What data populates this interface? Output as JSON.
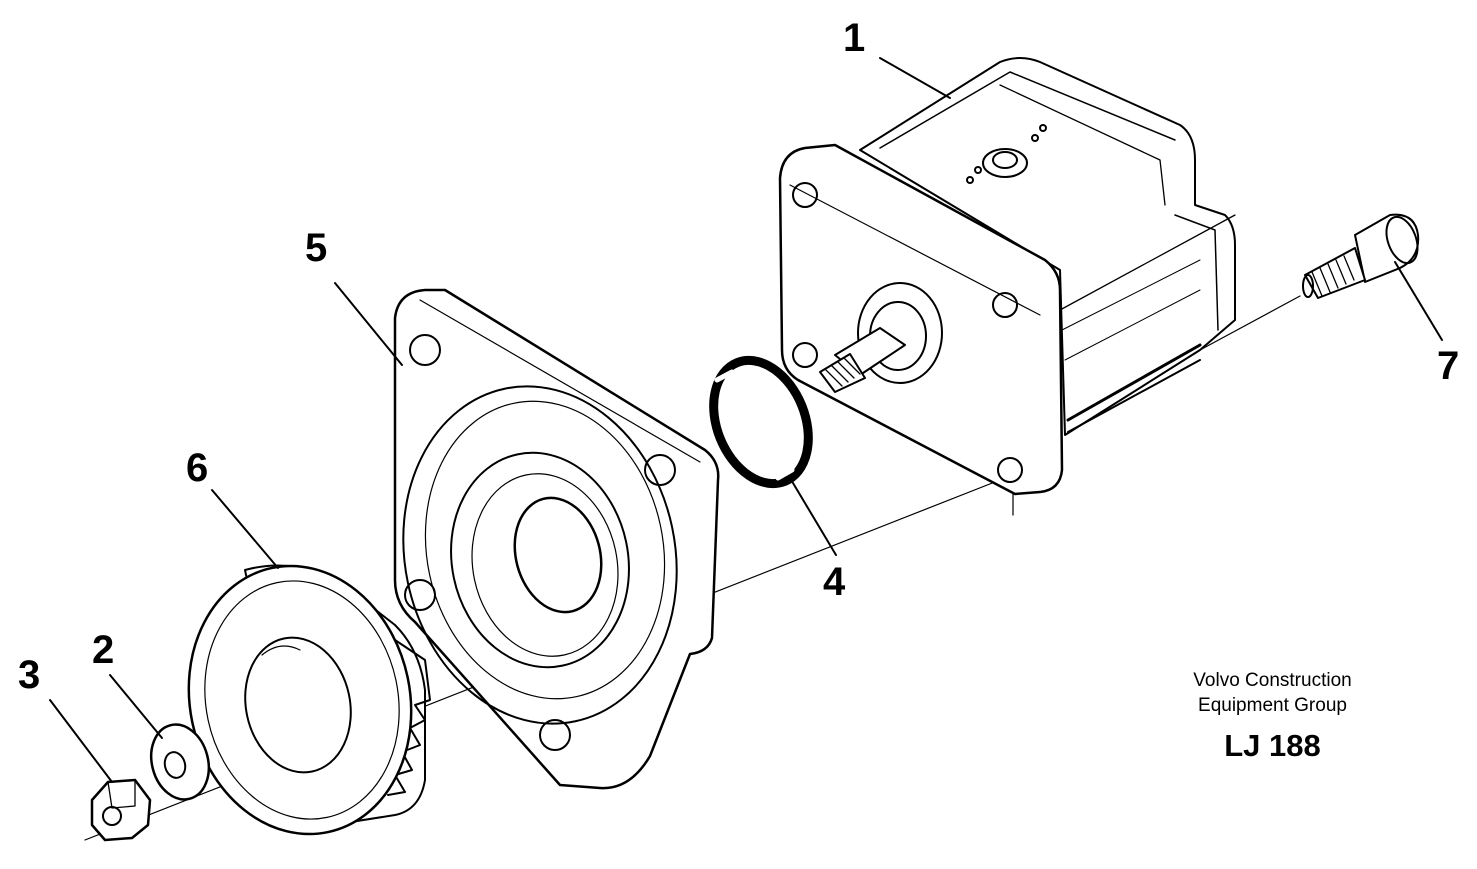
{
  "callouts": {
    "c1": "1",
    "c2": "2",
    "c3": "3",
    "c4": "4",
    "c5": "5",
    "c6": "6",
    "c7": "7"
  },
  "caption": {
    "line1": "Volvo Construction",
    "line2": "Equipment Group",
    "code": "LJ 188"
  },
  "colors": {
    "ink": "#000000",
    "paper": "#ffffff"
  }
}
